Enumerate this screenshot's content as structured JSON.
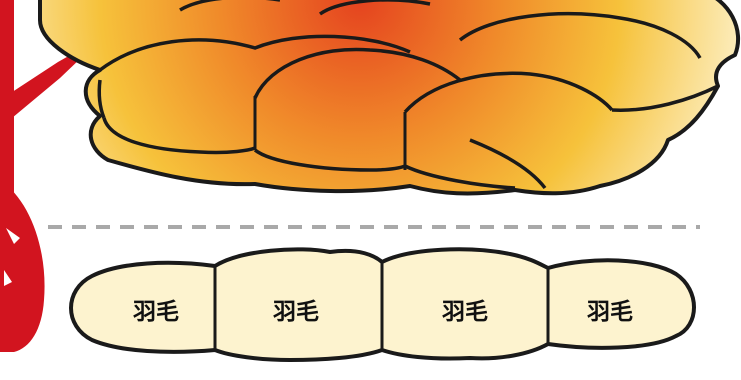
{
  "feathers": [
    {
      "label": "羽毛"
    },
    {
      "label": "羽毛"
    },
    {
      "label": "羽毛"
    },
    {
      "label": "羽毛"
    }
  ],
  "colors": {
    "cream": "#FDF3CF",
    "outline": "#1A1A1A",
    "red": "#D2141F",
    "orange": "#EB5E22",
    "yellow": "#F6C23B",
    "divider": "#A9A9A9"
  }
}
